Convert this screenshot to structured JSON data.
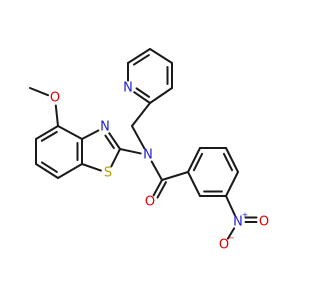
{
  "colors": {
    "carbon": "#1a1a1a",
    "nitrogen": "#1f1fd0",
    "oxygen": "#e00000",
    "sulfur": "#b8a000",
    "background": "#ffffff"
  },
  "atoms": [
    {
      "id": "O_methoxy",
      "label": "O",
      "color": "oxygen"
    },
    {
      "id": "N_pyridine",
      "label": "N",
      "color": "nitrogen"
    },
    {
      "id": "N_thiazole",
      "label": "N",
      "color": "nitrogen"
    },
    {
      "id": "N_amide",
      "label": "N",
      "color": "nitrogen"
    },
    {
      "id": "S_thiazole",
      "label": "S",
      "color": "sulfur"
    },
    {
      "id": "O_carbonyl",
      "label": "O",
      "color": "oxygen"
    },
    {
      "id": "N_nitro",
      "label": "N",
      "color": "nitrogen",
      "charge": "+"
    },
    {
      "id": "O_nitro_minus",
      "label": "O",
      "color": "oxygen",
      "charge": "−"
    },
    {
      "id": "O_nitro",
      "label": "O",
      "color": "oxygen"
    }
  ]
}
